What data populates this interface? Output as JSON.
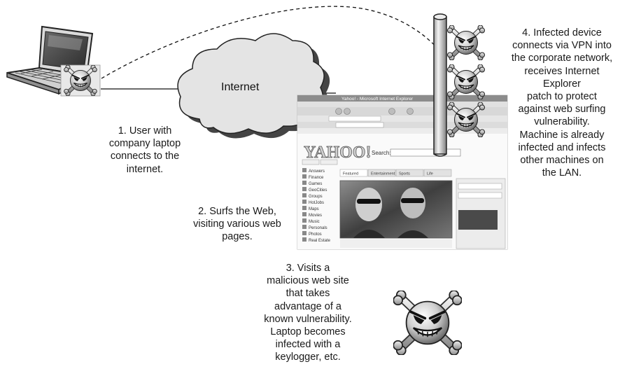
{
  "cloud": {
    "label": "Internet"
  },
  "steps": [
    {
      "number": "1",
      "text": "1. User with\ncompany laptop\nconnects to the\ninternet."
    },
    {
      "number": "2",
      "text": "2. Surfs the Web,\nvisiting various web\npages."
    },
    {
      "number": "3",
      "text": "3. Visits a\nmalicious web site\nthat takes\nadvantage of a\nknown vulnerability.\nLaptop becomes\ninfected with a\nkeylogger, etc."
    },
    {
      "number": "4",
      "text": "4. Infected device\nconnects via VPN into\nthe corporate network,\nreceives Internet\nExplorer\npatch to protect\nagainst web surfing\nvulnerability.\nMachine is already\ninfected and infects\nother machines on\nthe LAN."
    }
  ],
  "browser": {
    "title": "Yahoo! - Microsoft Internet Explorer",
    "logo": "YAHOO!",
    "search_label": "Search:",
    "tabs": [
      "Featured",
      "Entertainment",
      "Sports",
      "Life"
    ],
    "sidebar_items": [
      "Answers",
      "Finance",
      "Games",
      "GeoCities",
      "Groups",
      "HotJobs",
      "Maps",
      "Movies",
      "Music",
      "Personals",
      "Photos",
      "Real Estate"
    ]
  },
  "icons": [
    "laptop-icon",
    "skull-crossbones-icon",
    "cloud-icon",
    "server-pole-icon",
    "browser-window-icon"
  ]
}
